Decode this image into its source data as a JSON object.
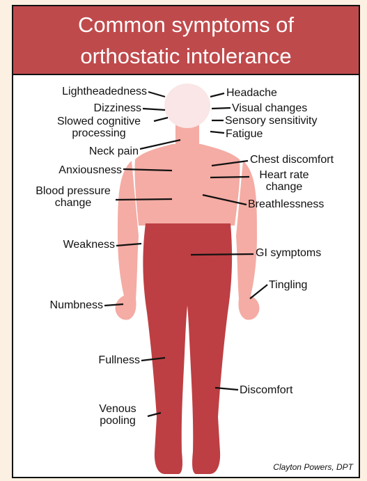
{
  "title": {
    "line1": "Common symptoms of",
    "line2": "orthostatic intolerance"
  },
  "colors": {
    "title_bg": "#bf4a4c",
    "skin_light": "#f4aca4",
    "head": "#fae6e6",
    "legs": "#bd3f43",
    "page_bg": "#fbf0e2"
  },
  "labels": {
    "lightheadedness": "Lightheadedness",
    "dizziness": "Dizziness",
    "slowed_cognitive_1": "Slowed cognitive",
    "slowed_cognitive_2": "processing",
    "neck_pain": "Neck pain",
    "anxiousness": "Anxiousness",
    "bp_change_1": "Blood pressure",
    "bp_change_2": "change",
    "weakness": "Weakness",
    "numbness": "Numbness",
    "fullness": "Fullness",
    "venous_pooling_1": "Venous",
    "venous_pooling_2": "pooling",
    "headache": "Headache",
    "visual_changes": "Visual changes",
    "sensory_sensitivity": "Sensory sensitivity",
    "fatigue": "Fatigue",
    "chest_discomfort": "Chest discomfort",
    "heart_rate_1": "Heart rate",
    "heart_rate_2": "change",
    "breathlessness": "Breathlessness",
    "gi_symptoms": "GI symptoms",
    "tingling": "Tingling",
    "discomfort": "Discomfort"
  },
  "credit": "Clayton Powers, DPT"
}
